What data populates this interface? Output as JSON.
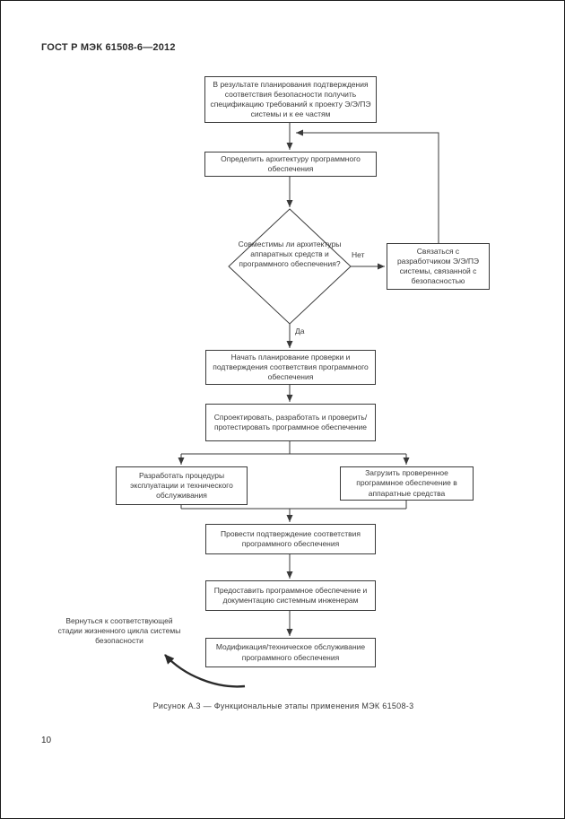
{
  "header": {
    "title": "ГОСТ Р МЭК 61508-6—2012"
  },
  "flowchart": {
    "nodes": {
      "start": "В результате планирования подтверждения соответствия безопасности получить спецификацию требований к проекту Э/Э/ПЭ системы и к ее частям",
      "define_architecture": "Определить архитектуру программного обеспечения",
      "decision": "Совместимы ли архитектуры аппаратных средств и программного обеспечения?",
      "contact_developer": "Связаться с разработчиком Э/Э/ПЭ системы, связанной с безопасностью",
      "start_planning": "Начать планирование проверки и подтверждения соответствия программного обеспечения",
      "design_develop": "Спроектировать, разработать и проверить/протестировать программное обеспечение",
      "develop_procedures": "Разработать процедуры эксплуатации и технического обслуживания",
      "load_software": "Загрузить проверенное программное обеспечение в аппаратные средства",
      "validate": "Провести подтверждение соответствия программного обеспечения",
      "deliver": "Предоставить программное обеспечение и документацию системным инженерам",
      "maintain": "Модификация/техническое обслуживание программного обеспечения"
    },
    "edge_labels": {
      "yes": "Да",
      "no": "Нет"
    },
    "annotation": "Вернуться к соответствующей стадии жизненного цикла системы безопасности"
  },
  "caption": "Рисунок А.3 — Функциональные этапы применения МЭК 61508-3",
  "page_number": "10"
}
